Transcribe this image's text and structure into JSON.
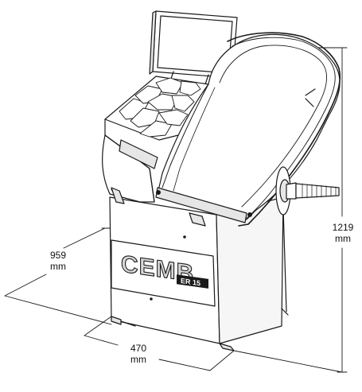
{
  "brand": "CEMB",
  "model": "ER 15",
  "dimensions": {
    "height": {
      "value": "1219",
      "unit": "mm"
    },
    "depth": {
      "value": "959",
      "unit": "mm"
    },
    "width": {
      "value": "470",
      "unit": "mm"
    }
  },
  "colors": {
    "outline": "#1a1a1a",
    "fill": "#ffffff",
    "shade": "#e6e6e6",
    "logo_fill": "#d8d8d8"
  }
}
